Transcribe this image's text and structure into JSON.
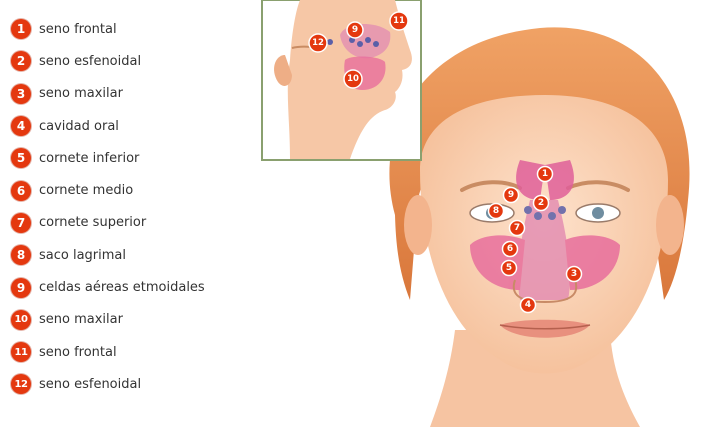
{
  "legend": [
    {
      "num": "1",
      "label": "seno frontal"
    },
    {
      "num": "2",
      "label": "seno esfenoidal"
    },
    {
      "num": "3",
      "label": "seno maxilar"
    },
    {
      "num": "4",
      "label": "cavidad oral"
    },
    {
      "num": "5",
      "label": "cornete inferior"
    },
    {
      "num": "6",
      "label": "cornete medio"
    },
    {
      "num": "7",
      "label": "cornete superior"
    },
    {
      "num": "8",
      "label": "saco lagrimal"
    },
    {
      "num": "9",
      "label": "celdas aéreas etmoidales"
    },
    {
      "num": "10",
      "label": "seno maxilar"
    },
    {
      "num": "11",
      "label": "seno frontal"
    },
    {
      "num": "12",
      "label": "seno esfenoidal"
    }
  ],
  "colors": {
    "badge": "#e4380f",
    "sinus": "#e0609a",
    "skin": "#fbd3b6",
    "hair": "#e98d4e",
    "inset_border": "#8aa06f"
  }
}
